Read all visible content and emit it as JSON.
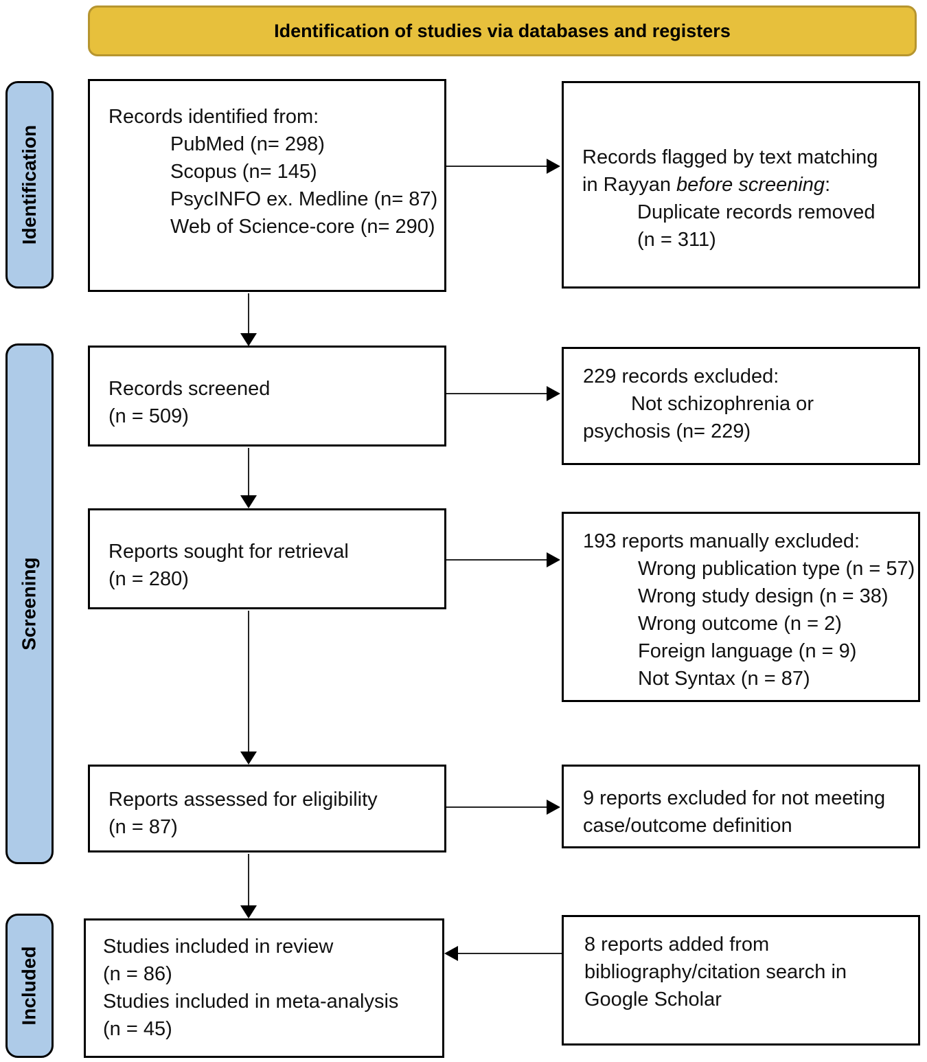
{
  "banner": {
    "title": "Identification of studies via databases and registers"
  },
  "sidebars": {
    "identification": {
      "label": "Identification"
    },
    "screening": {
      "label": "Screening"
    },
    "included": {
      "label": "Included"
    }
  },
  "boxes": {
    "records_identified": {
      "title": "Records identified from:",
      "items": [
        "PubMed (n= 298)",
        "Scopus (n= 145)",
        "PsycINFO ex. Medline (n= 87)",
        "Web of Science-core (n= 290)"
      ]
    },
    "records_flagged": {
      "line1": "Records flagged by text matching",
      "line2_prefix": "in Rayyan",
      "line2_italic": "before screening",
      "line2_suffix": ":",
      "items": [
        "Duplicate records removed",
        "(n = 311)"
      ]
    },
    "records_screened": {
      "line1": "Records screened",
      "line2": "(n = 509)"
    },
    "records_excluded": {
      "title": "229 records excluded:",
      "item_line1": "Not schizophrenia or",
      "item_line2": "psychosis (n= 229)"
    },
    "reports_sought": {
      "line1": "Reports sought for retrieval",
      "line2": "(n = 280)"
    },
    "reports_manually_excluded": {
      "title": "193 reports manually excluded:",
      "items": [
        "Wrong publication type (n = 57)",
        "Wrong study design (n = 38)",
        "Wrong outcome (n = 2)",
        "Foreign language (n = 9)",
        "Not Syntax (n = 87)"
      ]
    },
    "reports_assessed": {
      "line1": "Reports assessed for eligibility",
      "line2": "(n = 87)"
    },
    "reports_excluded_definition": {
      "line1": "9 reports excluded for not meeting",
      "line2": "case/outcome definition"
    },
    "studies_included": {
      "line1": "Studies included in review",
      "line2": "(n = 86)",
      "line3": "Studies included in meta-analysis",
      "line4": "(n = 45)"
    },
    "reports_added": {
      "line1": "8 reports added from",
      "line2": "bibliography/citation search in",
      "line3": "Google Scholar"
    }
  },
  "colors": {
    "banner_fill": "#E7C03C",
    "banner_border": "#B6952F",
    "sidebar_fill": "#AECBE8"
  }
}
